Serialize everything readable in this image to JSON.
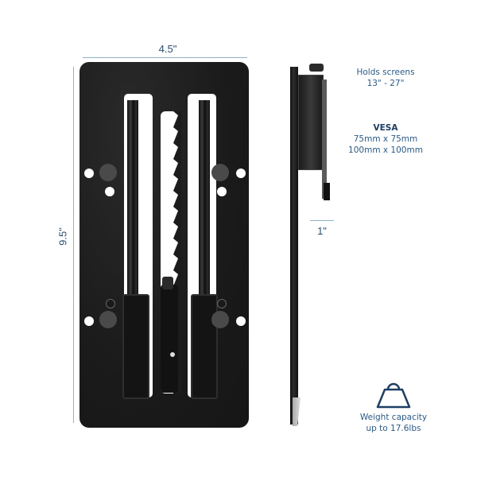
{
  "product": {
    "front_view": {
      "width_label": "4.5\"",
      "height_label": "9.5\""
    },
    "side_view": {
      "depth_label": "1\""
    }
  },
  "callouts": {
    "screens": {
      "line1": "Holds screens",
      "line2": "13\" - 27\""
    },
    "vesa": {
      "title": "VESA",
      "line1": "75mm x 75mm",
      "line2": "100mm x 100mm"
    },
    "weight": {
      "icon": "weight-icon",
      "line1": "Weight capacity",
      "line2": "up to 17.6lbs"
    }
  },
  "colors": {
    "text_primary": "#2b5a86",
    "text_heading": "#1e3e63",
    "dimension_line": "#8fb3c8",
    "plate": "#1c1c1c"
  }
}
